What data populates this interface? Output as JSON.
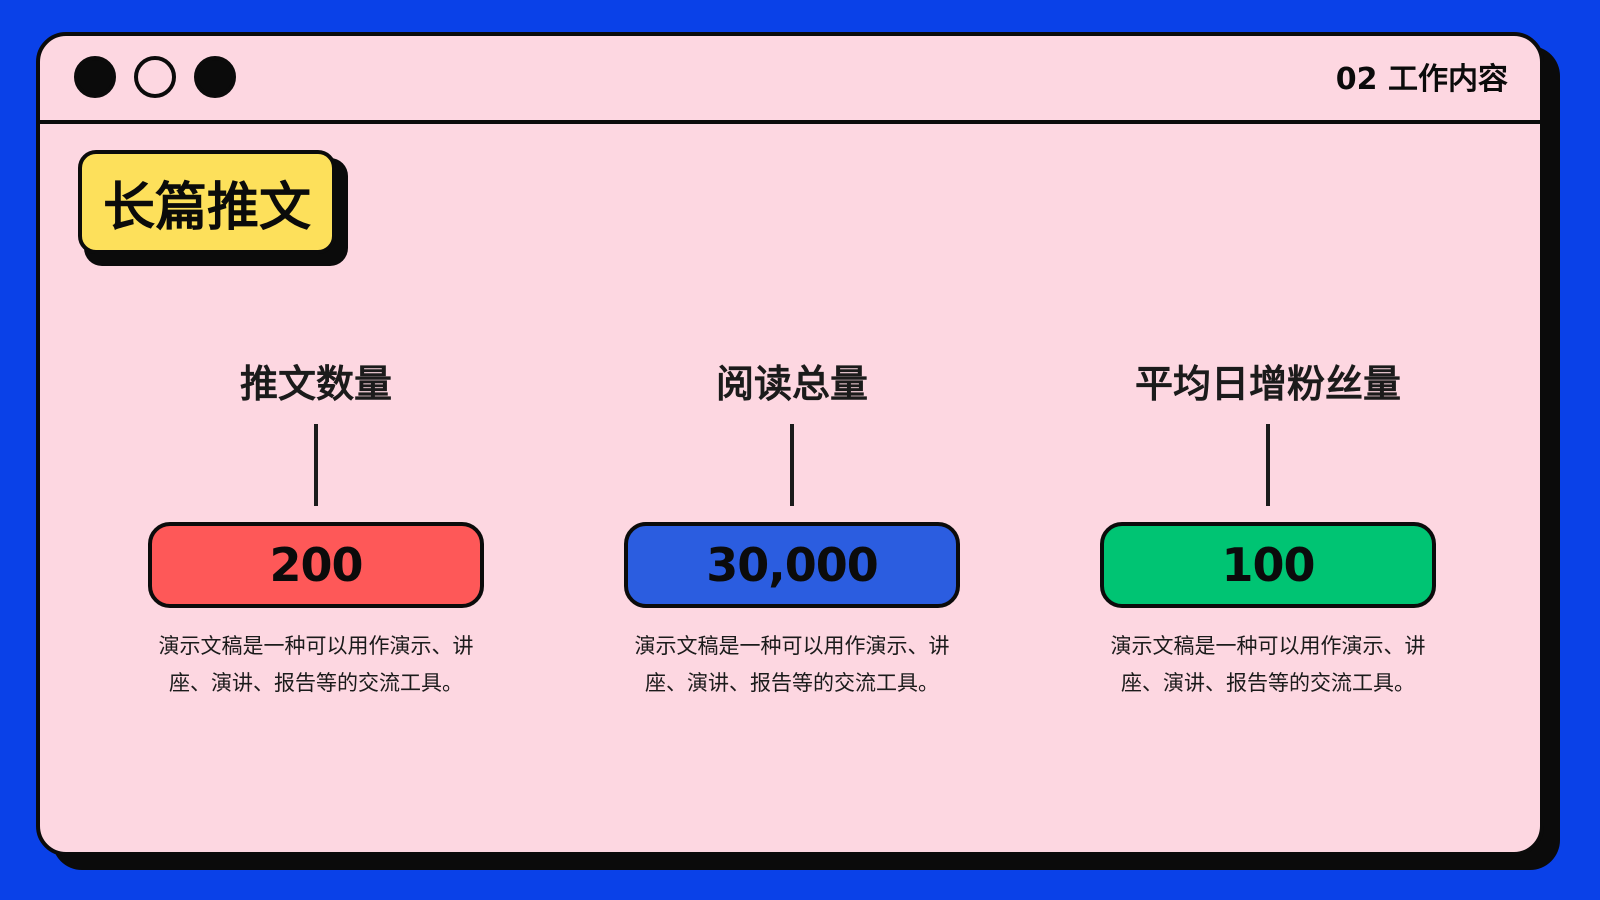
{
  "window": {
    "section_label": "02 工作内容",
    "controls": [
      {
        "name": "window-dot-1-icon",
        "style": "filled"
      },
      {
        "name": "window-dot-2-icon",
        "style": "hollow"
      },
      {
        "name": "window-dot-3-icon",
        "style": "filled"
      }
    ]
  },
  "tag": {
    "label": "长篇推文",
    "color": "#fde05b"
  },
  "stats": [
    {
      "title": "推文数量",
      "value": "200",
      "color": "#fe5858",
      "description": "演示文稿是一种可以用作演示、讲座、演讲、报告等的交流工具。"
    },
    {
      "title": "阅读总量",
      "value": "30,000",
      "color": "#2b5de0",
      "description": "演示文稿是一种可以用作演示、讲座、演讲、报告等的交流工具。"
    },
    {
      "title": "平均日增粉丝量",
      "value": "100",
      "color": "#00c473",
      "description": "演示文稿是一种可以用作演示、讲座、演讲、报告等的交流工具。"
    }
  ],
  "colors": {
    "background": "#0a41e8",
    "panel": "#fdd7e1",
    "outline": "#0b0b0b"
  }
}
